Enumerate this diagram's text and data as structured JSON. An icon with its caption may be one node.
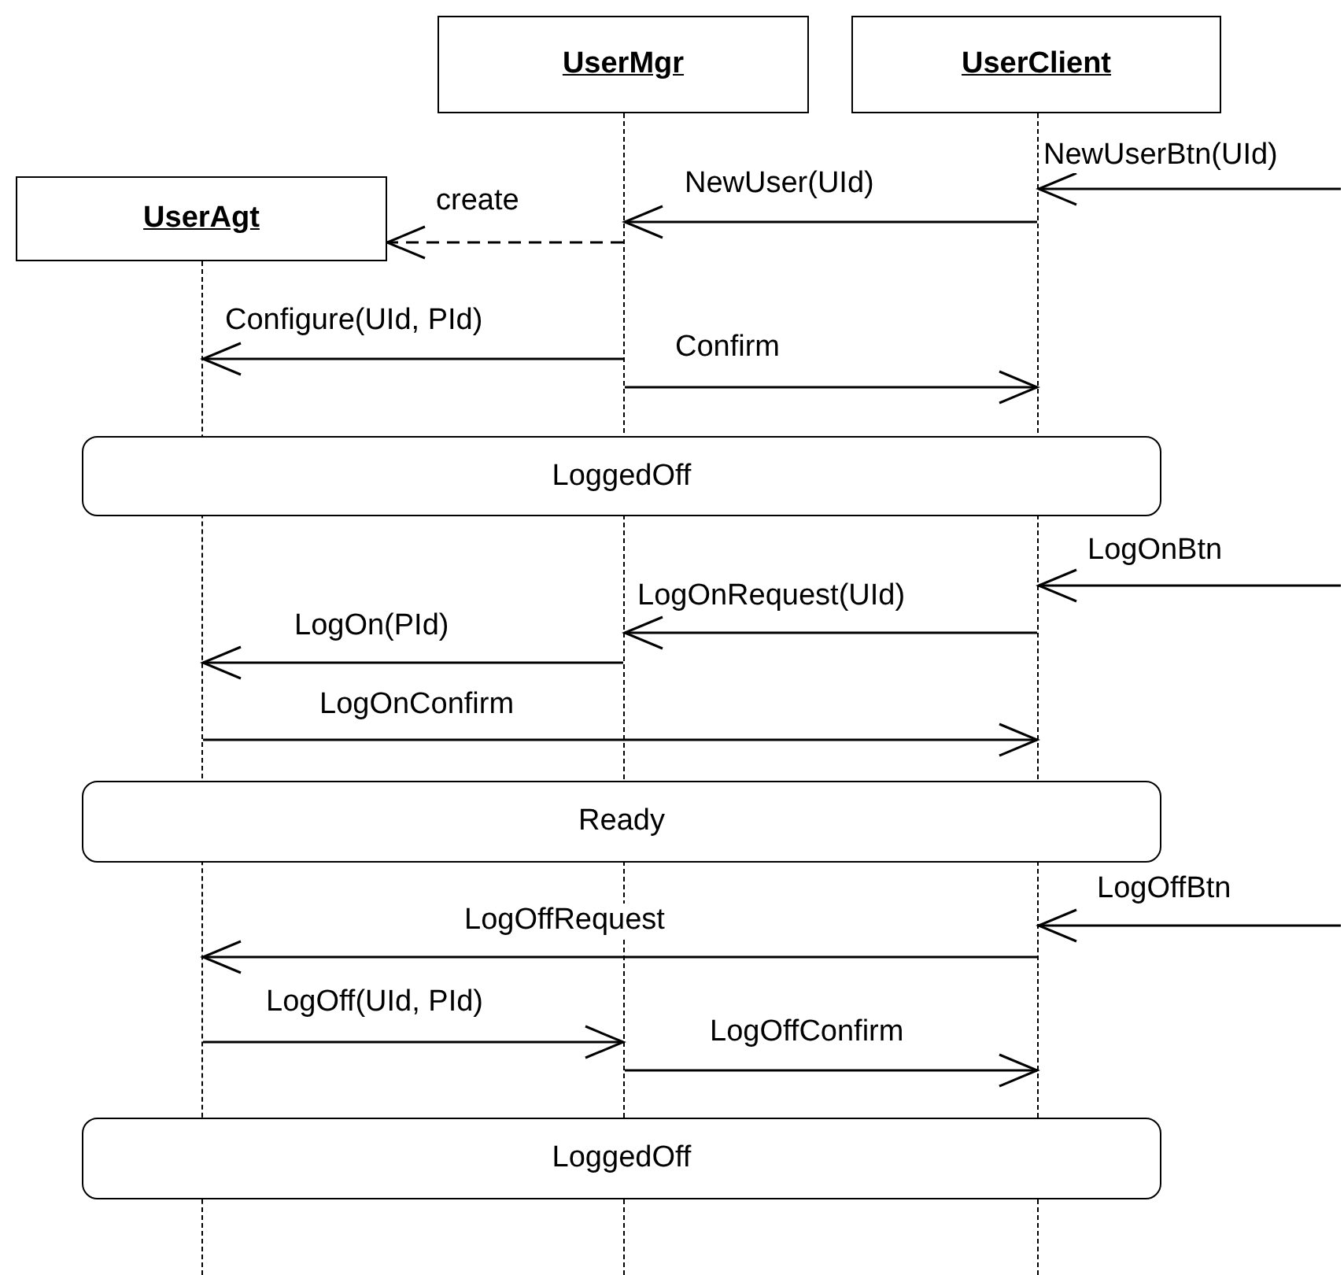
{
  "diagram": {
    "nodes": [
      {
        "text": [
          "UserMgr"
        ]
      },
      {
        "text": [
          "UserClient"
        ]
      },
      {
        "text": [
          "UserAgt"
        ]
      },
      {
        "text": [],
        "shape": "lifeline"
      },
      {
        "text": [],
        "shape": "lifeline"
      },
      {
        "text": [],
        "shape": "lifeline"
      },
      {
        "text": [
          "LoggedOff"
        ]
      },
      {
        "text": [
          "Ready"
        ]
      },
      {
        "text": [
          "LoggedOff"
        ]
      }
    ],
    "edges": [
      {
        "from": null,
        "to": 5,
        "arrow": "to",
        "label": "NewUserBtn(UId)"
      },
      {
        "from": 5,
        "to": 4,
        "arrow": "to",
        "label": "NewUser(UId)"
      },
      {
        "from": 4,
        "to": 2,
        "arrow": "to",
        "label": "create",
        "style": "dashed"
      },
      {
        "from": 4,
        "to": 3,
        "arrow": "to",
        "label": "Configure(UId, PId)"
      },
      {
        "from": 4,
        "to": 5,
        "arrow": "to",
        "label": "Confirm"
      },
      {
        "from": null,
        "to": 5,
        "arrow": "to",
        "label": "LogOnBtn"
      },
      {
        "from": 5,
        "to": 4,
        "arrow": "to",
        "label": "LogOnRequest(UId)"
      },
      {
        "from": 4,
        "to": 3,
        "arrow": "to",
        "label": "LogOn(PId)"
      },
      {
        "from": 3,
        "to": 5,
        "arrow": "to",
        "label": "LogOnConfirm"
      },
      {
        "from": null,
        "to": 5,
        "arrow": "to",
        "label": "LogOffBtn"
      },
      {
        "from": 5,
        "to": 3,
        "arrow": "to",
        "label": "LogOffRequest"
      },
      {
        "from": 3,
        "to": 4,
        "arrow": "to",
        "label": "LogOff(UId, PId)"
      },
      {
        "from": 4,
        "to": 5,
        "arrow": "to",
        "label": "LogOffConfirm"
      }
    ]
  }
}
